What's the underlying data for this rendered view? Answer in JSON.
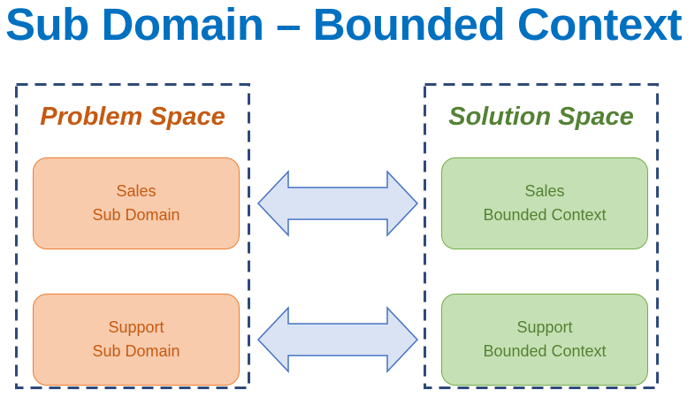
{
  "title": "Sub Domain – Bounded Context",
  "problem_space": {
    "heading": "Problem Space",
    "items": [
      {
        "line1": "Sales",
        "line2": "Sub Domain"
      },
      {
        "line1": "Support",
        "line2": "Sub Domain"
      }
    ]
  },
  "solution_space": {
    "heading": "Solution Space",
    "items": [
      {
        "line1": "Sales",
        "line2": "Bounded Context"
      },
      {
        "line1": "Support",
        "line2": "Bounded Context"
      }
    ]
  },
  "colors": {
    "title": "#0070c0",
    "frame": "#2f4a7a",
    "problem_text": "#c55a11",
    "problem_fill": "#f8cbad",
    "problem_border": "#ed7d31",
    "solution_text": "#548235",
    "solution_fill": "#c5e0b4",
    "solution_border": "#70ad47",
    "arrow_fill": "#dae3f3",
    "arrow_border": "#4472c4"
  }
}
